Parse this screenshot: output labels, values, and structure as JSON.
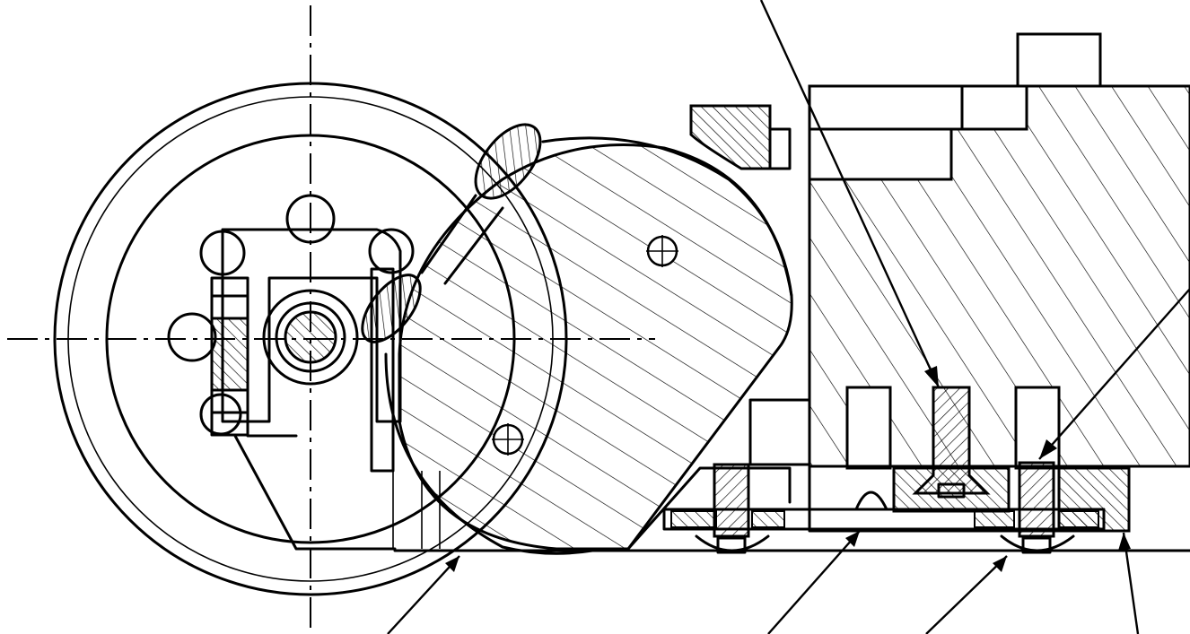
{
  "drawing": {
    "kind": "mechanical cross-section",
    "hatch_direction": "diagonal",
    "line_color": "#000000",
    "background_color": "#ffffff"
  },
  "leaders": [
    {
      "id": "leader-top"
    },
    {
      "id": "leader-right"
    },
    {
      "id": "leader-bottom-1"
    },
    {
      "id": "leader-bottom-2"
    },
    {
      "id": "leader-bottom-3"
    },
    {
      "id": "leader-bottom-4"
    }
  ]
}
